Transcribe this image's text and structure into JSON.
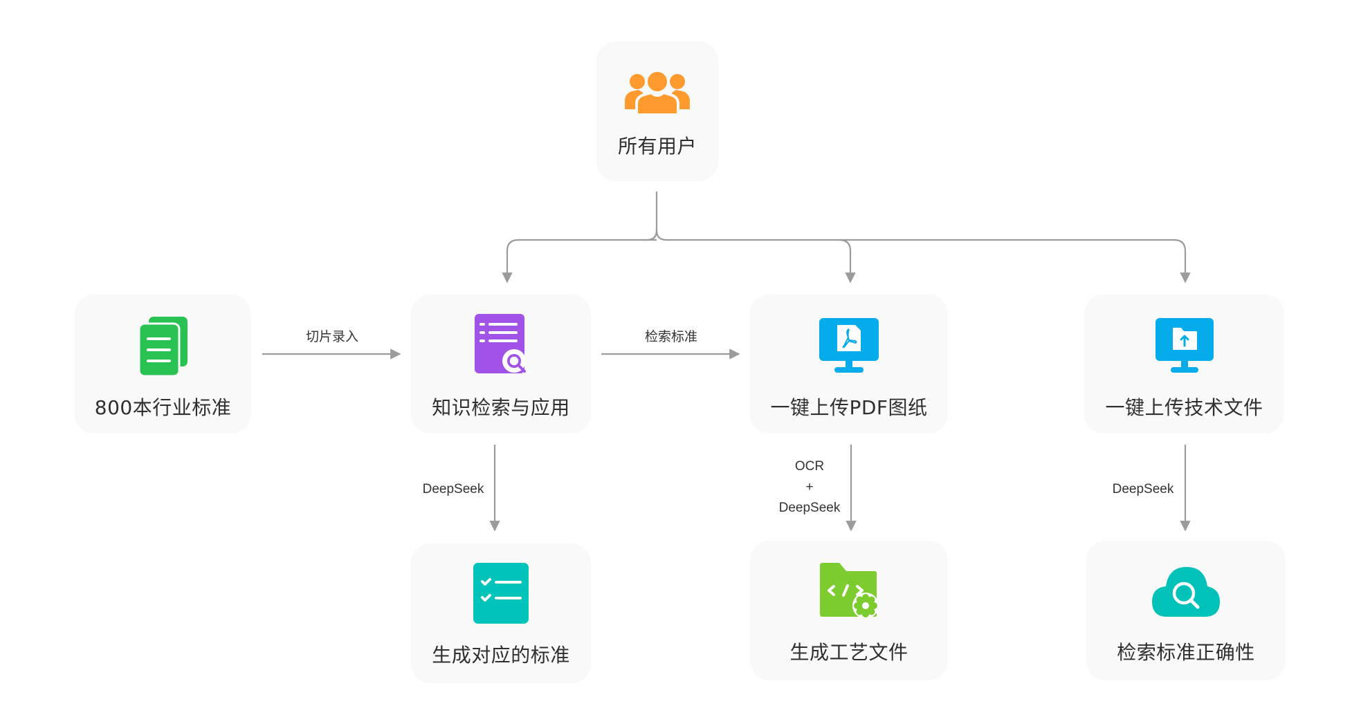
{
  "diagram": {
    "nodes": {
      "users": {
        "label": "所有用户",
        "icon": "users-icon",
        "color": "#ff9a2e"
      },
      "standards": {
        "label": "800本行业标准",
        "icon": "documents-icon",
        "color": "#28c253"
      },
      "knowledge": {
        "label": "知识检索与应用",
        "icon": "document-search-icon",
        "color": "#a053e6"
      },
      "upload_pdf": {
        "label": "一键上传PDF图纸",
        "icon": "monitor-pdf-icon",
        "color": "#05abeb"
      },
      "upload_tech": {
        "label": "一键上传技术文件",
        "icon": "monitor-folder-upload-icon",
        "color": "#05abeb"
      },
      "gen_standard": {
        "label": "生成对应的标准",
        "icon": "checklist-icon",
        "color": "#00c4b9"
      },
      "gen_process": {
        "label": "生成工艺文件",
        "icon": "code-folder-gear-icon",
        "color": "#7dcc2f"
      },
      "verify": {
        "label": "检索标准正确性",
        "icon": "cloud-search-icon",
        "color": "#00c2b8"
      }
    },
    "edges": {
      "slice_input": {
        "from": "standards",
        "to": "knowledge",
        "label": "切片录入"
      },
      "search_standard": {
        "from": "knowledge",
        "to": "upload_pdf",
        "label": "检索标准"
      },
      "deepseek_1": {
        "from": "knowledge",
        "to": "gen_standard",
        "label": "DeepSeek"
      },
      "ocr_deepseek": {
        "from": "upload_pdf",
        "to": "gen_process",
        "label_lines": [
          "OCR",
          "+",
          "DeepSeek"
        ]
      },
      "deepseek_2": {
        "from": "upload_tech",
        "to": "verify",
        "label": "DeepSeek"
      },
      "users_branch": {
        "from": "users",
        "to": [
          "knowledge",
          "upload_pdf",
          "upload_tech"
        ]
      }
    },
    "connector_color": "#9b9b9b"
  }
}
